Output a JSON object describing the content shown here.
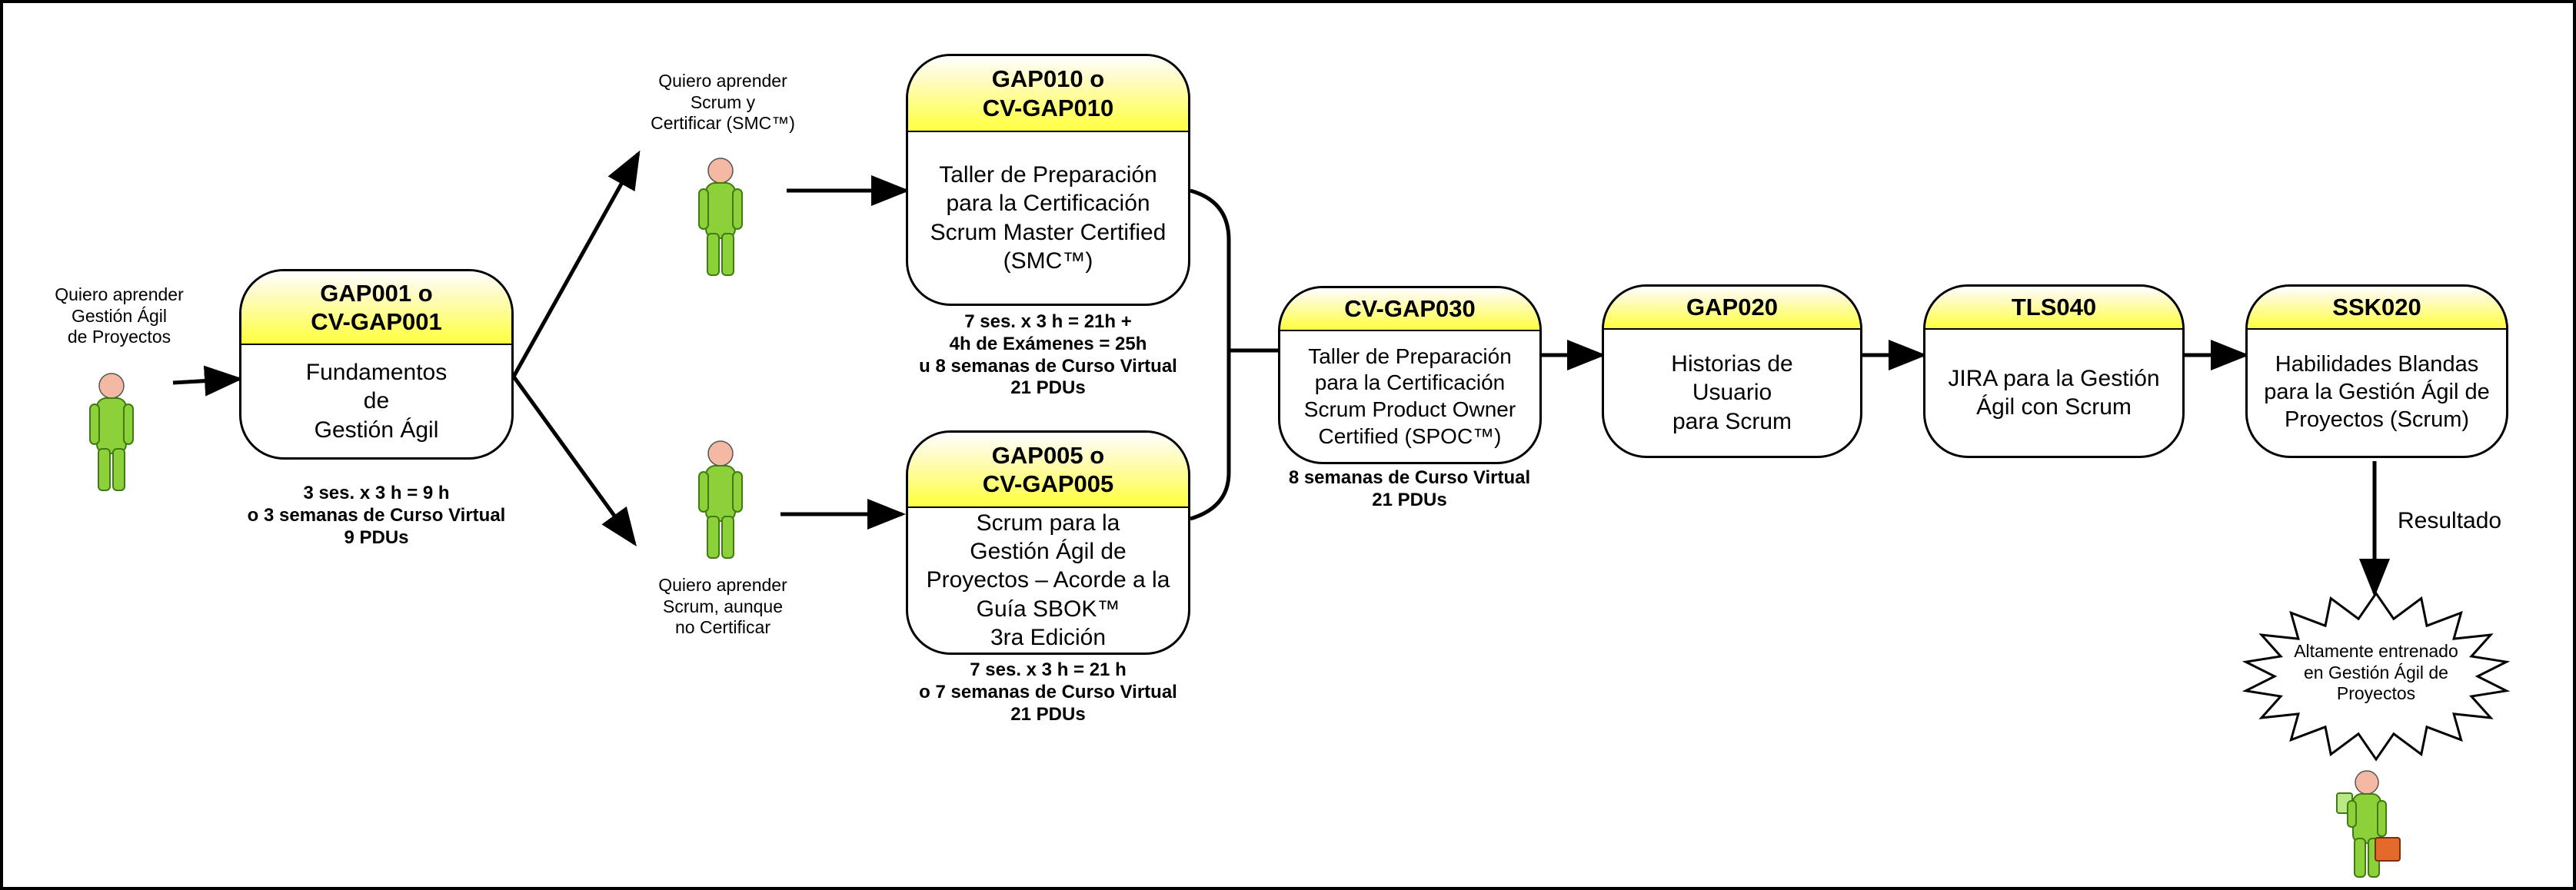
{
  "actors": {
    "learner_general": "Quiero aprender\nGestión Ágil\nde Proyectos",
    "learner_certify": "Quiero aprender\nScrum y\nCertificar (SMC™)",
    "learner_no_certify": "Quiero aprender\nScrum, aunque\nno Certificar",
    "trained": "Altamente entrenado\nen Gestión Ágil de\nProyectos"
  },
  "courses": {
    "gap001": {
      "code": "GAP001 o\nCV-GAP001",
      "title": "Fundamentos\nde\nGestión Ágil",
      "note": "3 ses. x 3 h = 9 h\no 3 semanas de Curso Virtual\n9 PDUs"
    },
    "gap010": {
      "code": "GAP010 o\nCV-GAP010",
      "title": "Taller de Preparación\npara la Certificación\nScrum Master Certified\n(SMC™)",
      "note": "7 ses. x 3 h = 21h +\n4h de Exámenes = 25h\nu 8 semanas de Curso Virtual\n21 PDUs"
    },
    "gap005": {
      "code": "GAP005 o\nCV-GAP005",
      "title": "Scrum para la\nGestión Ágil de\nProyectos – Acorde a la\nGuía SBOK™\n3ra Edición",
      "note": "7 ses. x 3 h = 21 h\no 7 semanas de Curso Virtual\n21 PDUs"
    },
    "gap030": {
      "code": "CV-GAP030",
      "title": "Taller de Preparación\npara la Certificación\nScrum Product Owner\nCertified (SPOC™)",
      "note": "8 semanas de Curso Virtual\n21 PDUs"
    },
    "gap020": {
      "code": "GAP020",
      "title": "Historias de\nUsuario\npara Scrum"
    },
    "tls040": {
      "code": "TLS040",
      "title": "JIRA para la Gestión\nÁgil con Scrum"
    },
    "ssk020": {
      "code": "SSK020",
      "title": "Habilidades Blandas\npara la Gestión Ágil de\nProyectos (Scrum)"
    }
  },
  "result_label": "Resultado",
  "colors": {
    "header_yellow": "#ffff44",
    "figure_green": "#8cd13a",
    "head_skin": "#f3b9a3",
    "briefcase": "#e36a2a"
  },
  "icons": {
    "learner": "person-icon",
    "trained": "person-with-briefcase-icon"
  }
}
